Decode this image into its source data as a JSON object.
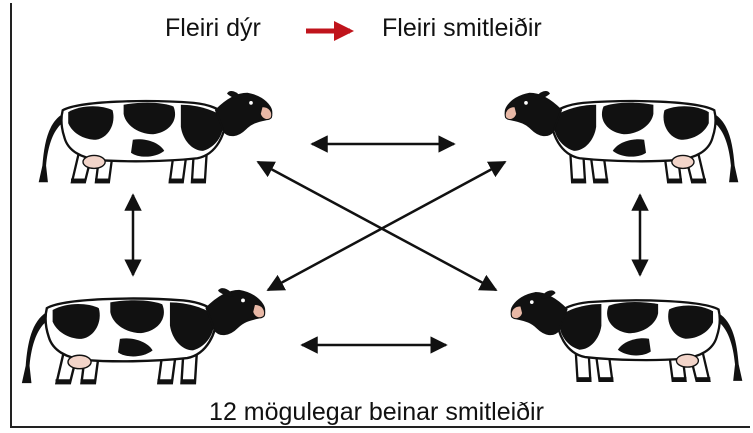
{
  "title": {
    "left_text": "Fleiri dýr",
    "right_text": "Fleiri smitleiðir",
    "arrow_color": "#c0141c"
  },
  "caption": "12 mögulegar beinar smitleiðir",
  "animals": [
    {
      "id": "cow-top-left",
      "icon": "holstein-cow-icon",
      "facing": "right"
    },
    {
      "id": "cow-top-right",
      "icon": "holstein-cow-icon",
      "facing": "left"
    },
    {
      "id": "cow-bottom-left",
      "icon": "holstein-cow-icon",
      "facing": "right"
    },
    {
      "id": "cow-bottom-right",
      "icon": "holstein-cow-icon",
      "facing": "left"
    }
  ],
  "connections": [
    {
      "from": "cow-top-left",
      "to": "cow-top-right",
      "direction": "both"
    },
    {
      "from": "cow-bottom-left",
      "to": "cow-bottom-right",
      "direction": "both"
    },
    {
      "from": "cow-top-left",
      "to": "cow-bottom-left",
      "direction": "both"
    },
    {
      "from": "cow-top-right",
      "to": "cow-bottom-right",
      "direction": "both"
    },
    {
      "from": "cow-top-left",
      "to": "cow-bottom-right",
      "direction": "both"
    },
    {
      "from": "cow-top-right",
      "to": "cow-bottom-left",
      "direction": "both"
    }
  ],
  "colors": {
    "line": "#111111",
    "cow_body": "#ffffff",
    "cow_spots": "#111111"
  }
}
